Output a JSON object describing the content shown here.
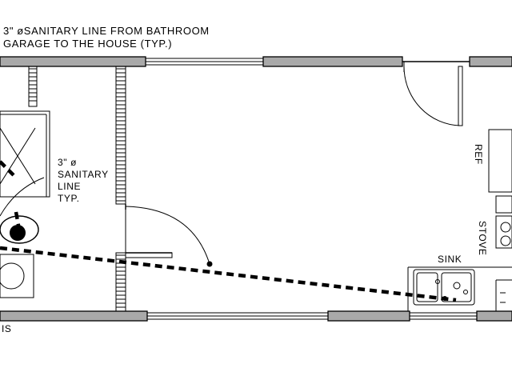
{
  "notes": {
    "top_line1": "3\" øSANITARY LINE FROM BATHROOM",
    "top_line2": "GARAGE TO THE HOUSE (TYP.)",
    "mid_line1": "3\" ø",
    "mid_line2": "SANITARY",
    "mid_line3": "LINE",
    "mid_line4": "TYP."
  },
  "labels": {
    "ref": "REF",
    "stove": "STOVE",
    "sink": "SINK",
    "bottom_left": "IS"
  },
  "colors": {
    "wall_fill": "#a9a9a9",
    "line": "#000000",
    "background": "#ffffff"
  }
}
